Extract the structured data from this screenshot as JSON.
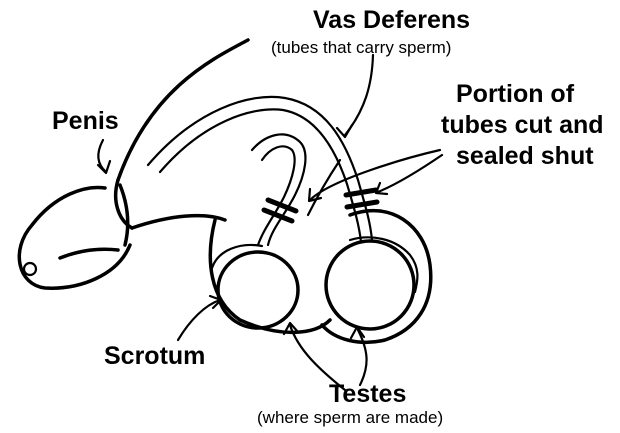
{
  "labels": {
    "vas_deferens": "Vas Deferens",
    "vas_deferens_note": "(tubes that carry sperm)",
    "penis": "Penis",
    "portion_line1": "Portion of",
    "portion_line2": "tubes cut and",
    "portion_line3": "sealed shut",
    "scrotum": "Scrotum",
    "testes": "Testes",
    "testes_note": "(where sperm are made)"
  },
  "colors": {
    "ink": "#000000",
    "background": "#ffffff"
  }
}
